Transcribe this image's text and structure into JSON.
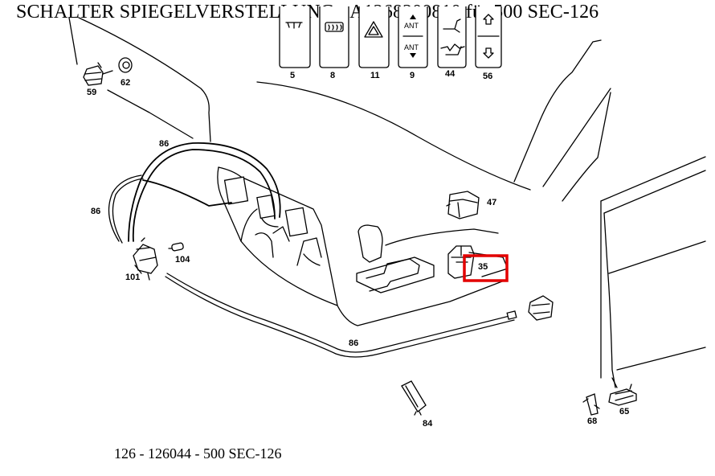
{
  "title": "SCHALTER SPIEGELVERSTELLUNG - A1268200810 für 500 SEC-126",
  "footer": "126 - 126044 - 500 SEC-126",
  "highlight_color": "#e30000",
  "switch_labels": {
    "ant_top": "ANT",
    "ant_bottom": "ANT"
  },
  "parts": {
    "p5": "5",
    "p8": "8",
    "p11": "11",
    "p9": "9",
    "p44": "44",
    "p56": "56",
    "p59": "59",
    "p62": "62",
    "p86a": "86",
    "p86b": "86",
    "p86c": "86",
    "p101": "101",
    "p104": "104",
    "p47": "47",
    "p35": "35",
    "p84": "84",
    "p68": "68",
    "p65": "65"
  },
  "highlighted_part": "35"
}
